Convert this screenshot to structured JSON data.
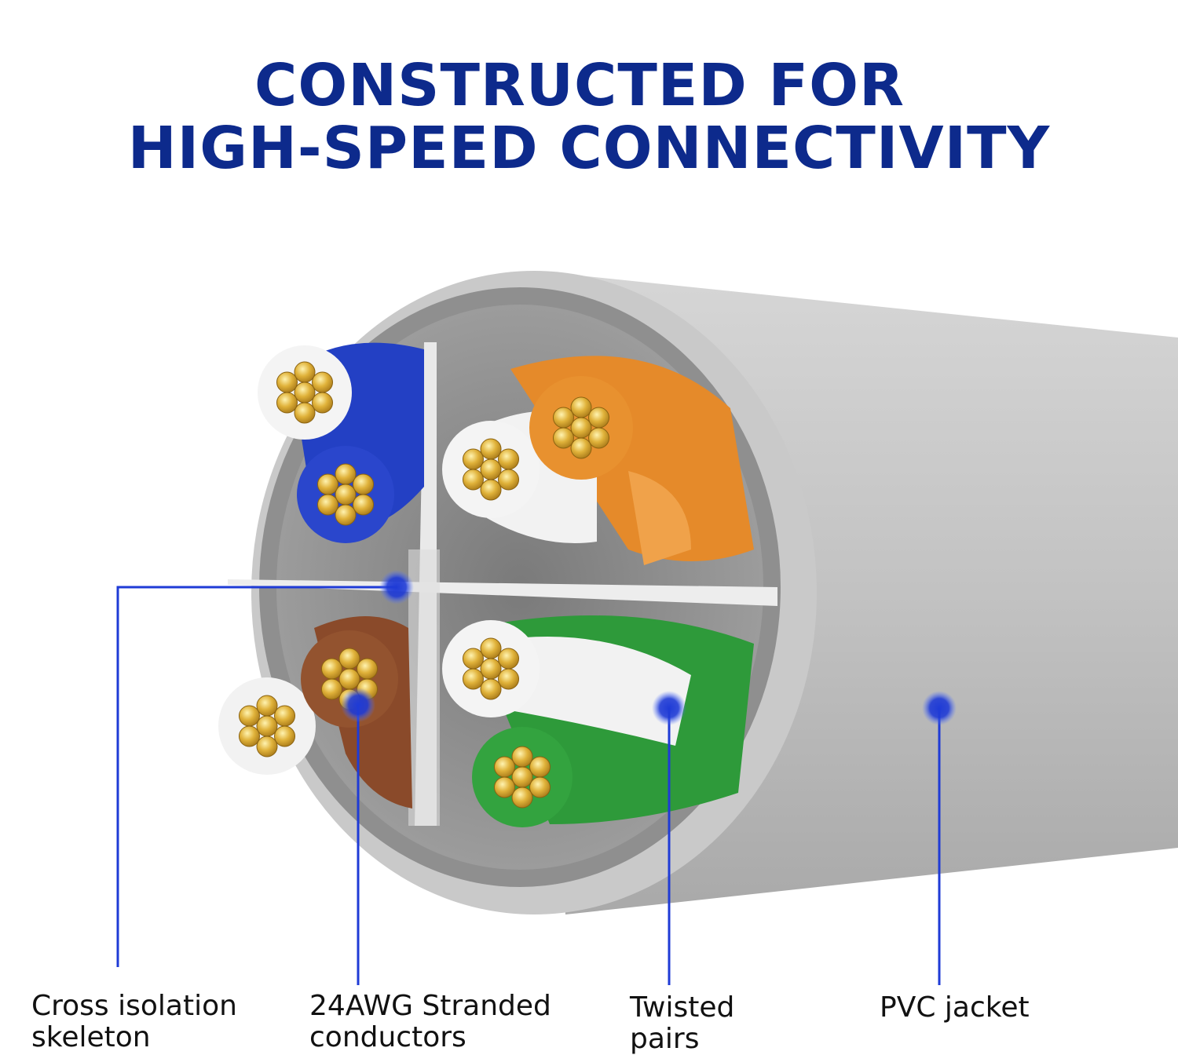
{
  "title": {
    "line1": "CONSTRUCTED FOR",
    "line2": "HIGH-SPEED CONNECTIVITY"
  },
  "callouts": [
    {
      "id": "cross-isolation-skeleton",
      "text": "Cross isolation\nskeleton"
    },
    {
      "id": "stranded-conductors",
      "text": "24AWG Stranded\nconductors"
    },
    {
      "id": "twisted-pairs",
      "text": "Twisted\npairs"
    },
    {
      "id": "pvc-jacket",
      "text": "PVC jacket"
    }
  ],
  "colors": {
    "title": "#0d2a8c",
    "callout_line": "#1f3bd6",
    "jacket": "#bdbdbd",
    "pair_blue": "#2340c4",
    "pair_orange": "#e58a2a",
    "pair_brown": "#8a4a2a",
    "pair_green": "#2e9a3a",
    "copper": "#d9a82f"
  }
}
